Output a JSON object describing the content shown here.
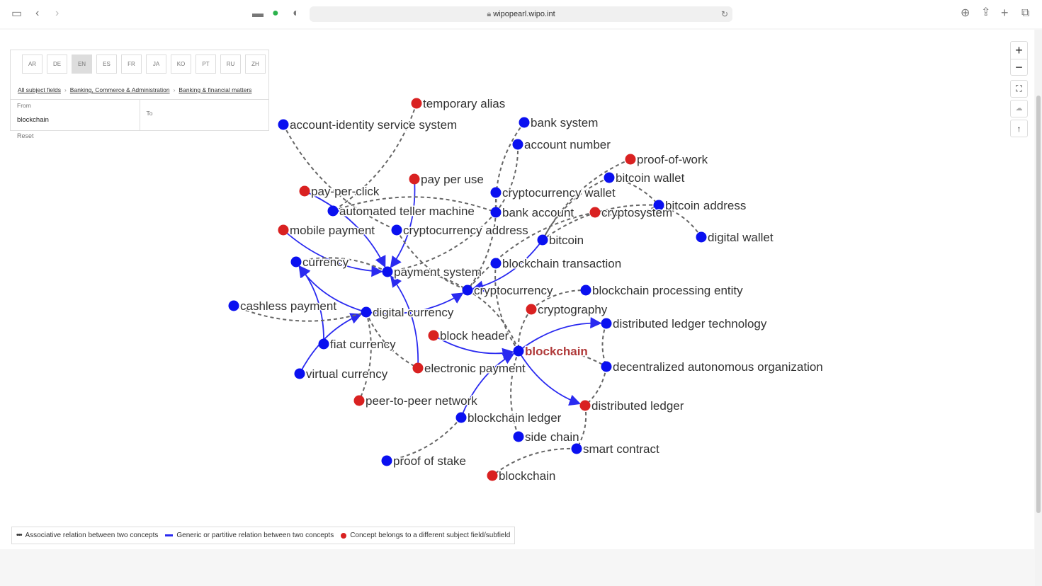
{
  "browser": {
    "url": "wipopearl.wipo.int"
  },
  "panel": {
    "languages": [
      {
        "code": "AR"
      },
      {
        "code": "DE"
      },
      {
        "code": "EN",
        "active": true
      },
      {
        "code": "ES"
      },
      {
        "code": "FR"
      },
      {
        "code": "JA"
      },
      {
        "code": "KO"
      },
      {
        "code": "PT"
      },
      {
        "code": "RU"
      },
      {
        "code": "ZH"
      }
    ],
    "breadcrumb": [
      "All subject fields",
      "Banking, Commerce & Administration",
      "Banking & financial matters"
    ],
    "from_label": "From",
    "from_value": "blockchain",
    "to_label": "To",
    "to_value": "",
    "reset": "Reset"
  },
  "controls": {
    "zoom_in": "+",
    "zoom_out": "−"
  },
  "colors": {
    "concept": "#0a10f0",
    "other_field": "#d92121",
    "generic": "#2a2af0",
    "assoc": "#666666",
    "focus_label": "#b03a3a"
  },
  "graph": {
    "nodes": [
      {
        "id": "n1",
        "label": "temporary alias",
        "other": true
      },
      {
        "id": "n2",
        "label": "account-identity service system"
      },
      {
        "id": "n3",
        "label": "bank system"
      },
      {
        "id": "n4",
        "label": "account number"
      },
      {
        "id": "n5",
        "label": "proof-of-work",
        "other": true
      },
      {
        "id": "n6",
        "label": "pay per use",
        "other": true
      },
      {
        "id": "n7",
        "label": "bitcoin wallet"
      },
      {
        "id": "n8",
        "label": "pay-per-click",
        "other": true
      },
      {
        "id": "n9",
        "label": "cryptocurrency wallet"
      },
      {
        "id": "n10",
        "label": "automated teller machine"
      },
      {
        "id": "n11",
        "label": "cryptocurrency address"
      },
      {
        "id": "n12",
        "label": "bank account"
      },
      {
        "id": "n13",
        "label": "cryptosystem",
        "other": true
      },
      {
        "id": "n14",
        "label": "bitcoin address"
      },
      {
        "id": "n15",
        "label": "mobile payment",
        "other": true
      },
      {
        "id": "n16",
        "label": "bitcoin"
      },
      {
        "id": "n17",
        "label": "digital wallet"
      },
      {
        "id": "n18",
        "label": "currency"
      },
      {
        "id": "n19",
        "label": "payment system"
      },
      {
        "id": "n20",
        "label": "blockchain transaction"
      },
      {
        "id": "n21",
        "label": "cryptocurrency"
      },
      {
        "id": "n22",
        "label": "blockchain processing entity"
      },
      {
        "id": "n23",
        "label": "cashless payment"
      },
      {
        "id": "n24",
        "label": "digital currency"
      },
      {
        "id": "n25",
        "label": "cryptography",
        "other": true
      },
      {
        "id": "n26",
        "label": "distributed ledger technology"
      },
      {
        "id": "n27",
        "label": "block header",
        "other": true
      },
      {
        "id": "n28",
        "label": "fiat currency"
      },
      {
        "id": "n29",
        "label": "blockchain",
        "focus": true
      },
      {
        "id": "n30",
        "label": "electronic payment",
        "other": true
      },
      {
        "id": "n31",
        "label": "decentralized autonomous organization"
      },
      {
        "id": "n32",
        "label": "virtual currency"
      },
      {
        "id": "n33",
        "label": "peer-to-peer network",
        "other": true
      },
      {
        "id": "n34",
        "label": "distributed ledger",
        "other": true
      },
      {
        "id": "n35",
        "label": "blockchain ledger"
      },
      {
        "id": "n36",
        "label": "side chain"
      },
      {
        "id": "n37",
        "label": "smart contract"
      },
      {
        "id": "n38",
        "label": "proof of stake"
      },
      {
        "id": "n39",
        "label": "blockchain",
        "other": true
      }
    ],
    "edges": [
      {
        "from": "n8",
        "to": "n19",
        "type": "generic"
      },
      {
        "from": "n15",
        "to": "n19",
        "type": "generic"
      },
      {
        "from": "n6",
        "to": "n19",
        "type": "generic"
      },
      {
        "from": "n30",
        "to": "n19",
        "type": "generic"
      },
      {
        "from": "n24",
        "to": "n18",
        "type": "generic"
      },
      {
        "from": "n28",
        "to": "n18",
        "type": "generic"
      },
      {
        "from": "n32",
        "to": "n24",
        "type": "generic"
      },
      {
        "from": "n24",
        "to": "n21",
        "type": "generic"
      },
      {
        "from": "n16",
        "to": "n21",
        "type": "generic"
      },
      {
        "from": "n27",
        "to": "n29",
        "type": "generic"
      },
      {
        "from": "n29",
        "to": "n26",
        "type": "generic"
      },
      {
        "from": "n29",
        "to": "n34",
        "type": "generic"
      },
      {
        "from": "n35",
        "to": "n29",
        "type": "generic"
      },
      {
        "from": "n2",
        "to": "n11",
        "type": "assoc"
      },
      {
        "from": "n1",
        "to": "n10",
        "type": "assoc"
      },
      {
        "from": "n3",
        "to": "n12",
        "type": "assoc"
      },
      {
        "from": "n4",
        "to": "n12",
        "type": "assoc"
      },
      {
        "from": "n5",
        "to": "n16",
        "type": "assoc"
      },
      {
        "from": "n7",
        "to": "n14",
        "type": "assoc"
      },
      {
        "from": "n7",
        "to": "n16",
        "type": "assoc"
      },
      {
        "from": "n14",
        "to": "n17",
        "type": "assoc"
      },
      {
        "from": "n14",
        "to": "n16",
        "type": "assoc"
      },
      {
        "from": "n9",
        "to": "n21",
        "type": "assoc"
      },
      {
        "from": "n13",
        "to": "n21",
        "type": "assoc"
      },
      {
        "from": "n10",
        "to": "n12",
        "type": "assoc"
      },
      {
        "from": "n11",
        "to": "n21",
        "type": "assoc"
      },
      {
        "from": "n12",
        "to": "n19",
        "type": "assoc"
      },
      {
        "from": "n19",
        "to": "n18",
        "type": "assoc"
      },
      {
        "from": "n19",
        "to": "n21",
        "type": "assoc"
      },
      {
        "from": "n23",
        "to": "n24",
        "type": "assoc"
      },
      {
        "from": "n24",
        "to": "n33",
        "type": "assoc"
      },
      {
        "from": "n24",
        "to": "n30",
        "type": "assoc"
      },
      {
        "from": "n21",
        "to": "n29",
        "type": "assoc"
      },
      {
        "from": "n20",
        "to": "n29",
        "type": "assoc"
      },
      {
        "from": "n25",
        "to": "n22",
        "type": "assoc"
      },
      {
        "from": "n25",
        "to": "n29",
        "type": "assoc"
      },
      {
        "from": "n29",
        "to": "n31",
        "type": "assoc"
      },
      {
        "from": "n26",
        "to": "n31",
        "type": "assoc"
      },
      {
        "from": "n31",
        "to": "n34",
        "type": "assoc"
      },
      {
        "from": "n29",
        "to": "n36",
        "type": "assoc"
      },
      {
        "from": "n34",
        "to": "n37",
        "type": "assoc"
      },
      {
        "from": "n37",
        "to": "n39",
        "type": "assoc"
      },
      {
        "from": "n35",
        "to": "n38",
        "type": "assoc"
      },
      {
        "from": "n13",
        "to": "n14",
        "type": "assoc"
      }
    ]
  },
  "legend": {
    "assoc": "Associative relation between two concepts",
    "generic": "Generic or partitive relation between two concepts",
    "other": "Concept belongs to a different subject field/subfield"
  }
}
